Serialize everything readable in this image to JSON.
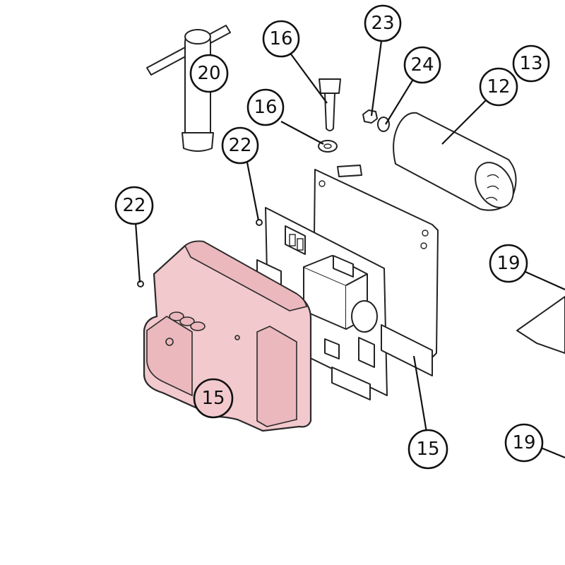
{
  "diagram": {
    "callouts": [
      {
        "id": "c20",
        "label": "20"
      },
      {
        "id": "c16a",
        "label": "16"
      },
      {
        "id": "c23",
        "label": "23"
      },
      {
        "id": "c24",
        "label": "24"
      },
      {
        "id": "c13",
        "label": "13"
      },
      {
        "id": "c12",
        "label": "12"
      },
      {
        "id": "c16b",
        "label": "16"
      },
      {
        "id": "c22a",
        "label": "22"
      },
      {
        "id": "c22b",
        "label": "22"
      },
      {
        "id": "c19a",
        "label": "19"
      },
      {
        "id": "c15cover",
        "label": "15"
      },
      {
        "id": "c15board",
        "label": "15"
      },
      {
        "id": "c19b",
        "label": "19"
      }
    ],
    "colors": {
      "highlight": "#f2c9cd",
      "outline": "#222222",
      "background": "#ffffff"
    },
    "highlighted_part": "control-box-cover"
  }
}
